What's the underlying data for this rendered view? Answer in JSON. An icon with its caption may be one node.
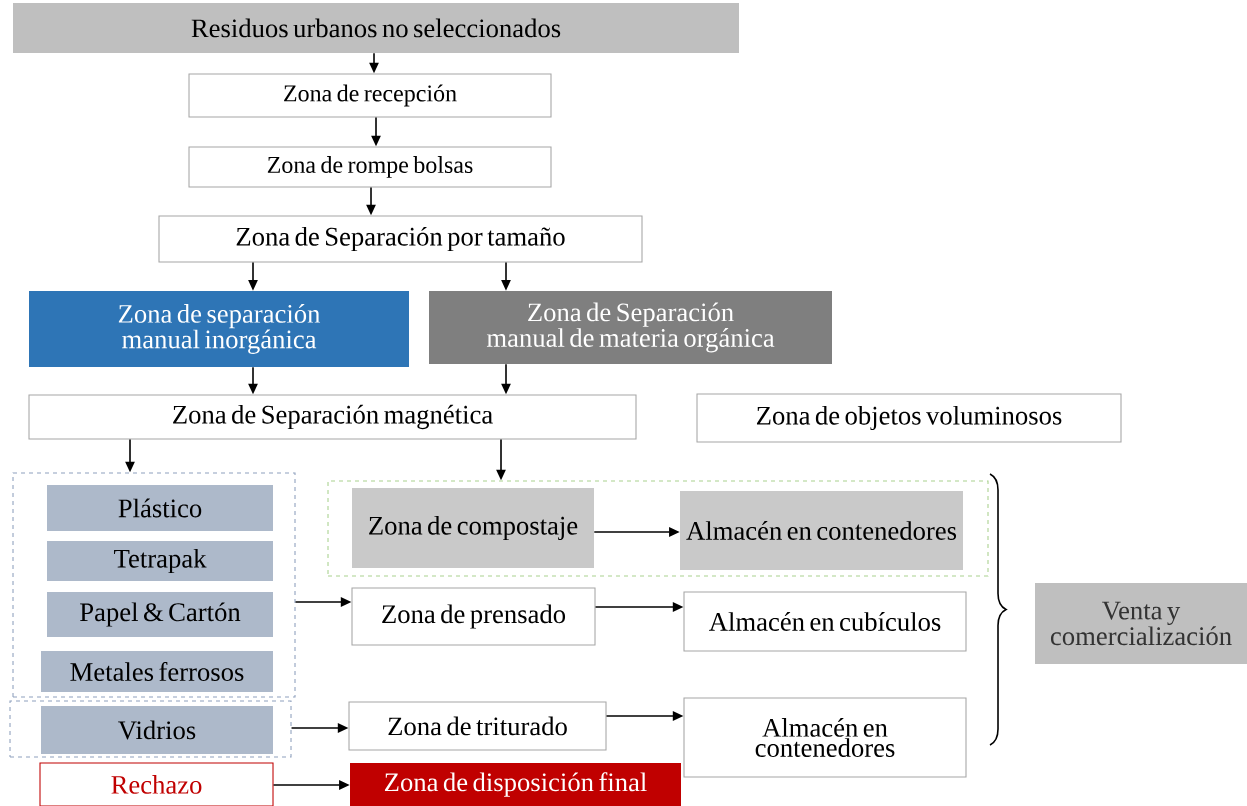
{
  "diagram": {
    "nodes": [
      {
        "text": [
          "Residuos urbanos no seleccionados"
        ]
      },
      {
        "text": [
          "Zona de recepción"
        ]
      },
      {
        "text": [
          "Zona de rompe bolsas"
        ]
      },
      {
        "text": [
          "Zona de Separación por tamaño"
        ]
      },
      {
        "text": [
          "Zona de separación manual inorgánica"
        ]
      },
      {
        "text": [
          "Zona de Separación manual de materia orgánica"
        ]
      },
      {
        "text": [
          "Zona de Separación magnética"
        ]
      },
      {
        "text": [
          "Zona de objetos voluminosos"
        ]
      },
      {
        "text": [],
        "shape": "box"
      },
      {
        "text": [
          "Plástico"
        ],
        "in": 8
      },
      {
        "text": [
          "Tetrapak"
        ],
        "in": 8
      },
      {
        "text": [
          "Papel & Cartón"
        ],
        "in": 8
      },
      {
        "text": [
          "Metales ferrosos"
        ],
        "in": 8
      },
      {
        "text": [],
        "shape": "box"
      },
      {
        "text": [
          "Zona de compostaje"
        ],
        "in": 13
      },
      {
        "text": [
          "Almacén en contenedores"
        ],
        "in": 13
      },
      {
        "text": [
          "Zona de prensado"
        ]
      },
      {
        "text": [
          "Almacén en cubículos"
        ]
      },
      {
        "text": [],
        "shape": "box"
      },
      {
        "text": [
          "Vidrios"
        ],
        "in": 18
      },
      {
        "text": [
          "Zona de triturado"
        ]
      },
      {
        "text": [
          "Almacén en contenedores"
        ]
      },
      {
        "text": [
          "Rechazo"
        ]
      },
      {
        "text": [
          "Zona de disposición final"
        ]
      },
      {
        "text": [
          "Venta y comercialización"
        ]
      }
    ],
    "edges": [
      {
        "from": 0,
        "to": 1,
        "arrow": "to"
      },
      {
        "from": 1,
        "to": 2,
        "arrow": "to"
      },
      {
        "from": 2,
        "to": 3,
        "arrow": "to"
      },
      {
        "from": 3,
        "to": 4,
        "arrow": "to"
      },
      {
        "from": 3,
        "to": 5,
        "arrow": "to"
      },
      {
        "from": 4,
        "to": 6,
        "arrow": "to"
      },
      {
        "from": 5,
        "to": 6,
        "arrow": "to"
      },
      {
        "from": 6,
        "to": 8,
        "arrow": "to"
      },
      {
        "from": 6,
        "to": 13,
        "arrow": "to"
      },
      {
        "from": 8,
        "to": 16,
        "arrow": "to"
      },
      {
        "from": 14,
        "to": 15,
        "arrow": "to"
      },
      {
        "from": 16,
        "to": 17,
        "arrow": "to"
      },
      {
        "from": 18,
        "to": 20,
        "arrow": "to"
      },
      {
        "from": 20,
        "to": 21,
        "arrow": "to"
      },
      {
        "from": 22,
        "to": 23,
        "arrow": "to"
      }
    ]
  }
}
